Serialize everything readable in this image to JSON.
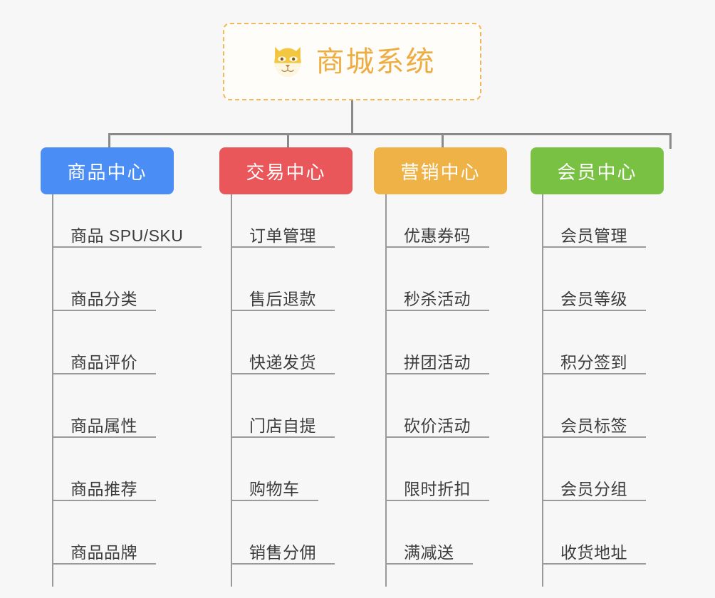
{
  "page": {
    "background": "#f7f7f7",
    "connector_color": "#8a8a8a"
  },
  "root": {
    "title": "商城系统",
    "icon": "dog-face-emoji",
    "border_color": "#f0b95c",
    "text_color": "#eead43",
    "background": "#fffdfa"
  },
  "categories": [
    {
      "label": "商品中心",
      "color": "#4a8ef5",
      "items": [
        "商品 SPU/SKU",
        "商品分类",
        "商品评价",
        "商品属性",
        "商品推荐",
        "商品品牌"
      ]
    },
    {
      "label": "交易中心",
      "color": "#e9575a",
      "items": [
        "订单管理",
        "售后退款",
        "快递发货",
        "门店自提",
        "购物车",
        "销售分佣"
      ]
    },
    {
      "label": "营销中心",
      "color": "#eeb247",
      "items": [
        "优惠券码",
        "秒杀活动",
        "拼团活动",
        "砍价活动",
        "限时折扣",
        "满减送"
      ]
    },
    {
      "label": "会员中心",
      "color": "#79c142",
      "items": [
        "会员管理",
        "会员等级",
        "积分签到",
        "会员标签",
        "会员分组",
        "收货地址"
      ]
    }
  ]
}
